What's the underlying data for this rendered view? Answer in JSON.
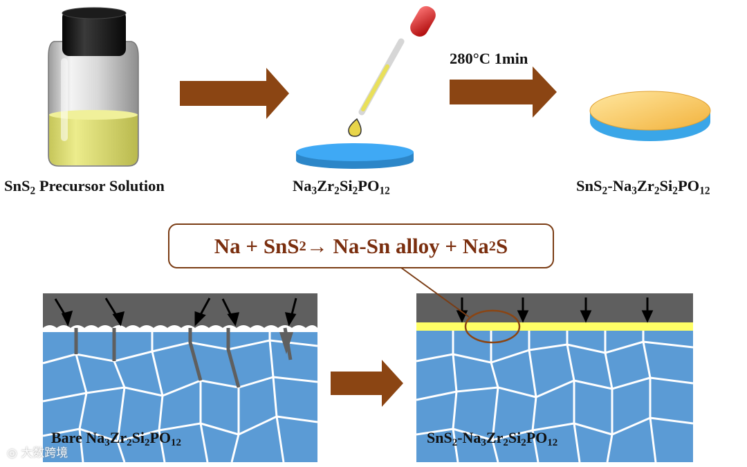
{
  "top": {
    "vial_label": {
      "a": "SnS",
      "s1": "2",
      "b": " Precursor Solution"
    },
    "substrate_label": {
      "a": "Na",
      "s1": "3",
      "b": "Zr",
      "s2": "2",
      "c": "Si",
      "s3": "2",
      "d": "PO",
      "s4": "12"
    },
    "process": "280°C 1min",
    "coated_label": {
      "a": "SnS",
      "s1": "2",
      "b": "-Na",
      "s2": "3",
      "c": "Zr",
      "s3": "2",
      "d": "Si",
      "s4": "2",
      "e": "PO",
      "s5": "12"
    }
  },
  "reaction": {
    "a": "Na + SnS",
    "s1": "2",
    "b": " → Na-Sn alloy + Na",
    "s2": "2",
    "c": "S"
  },
  "bottom": {
    "left_label": {
      "a": "Bare Na",
      "s1": "3",
      "b": "Zr",
      "s2": "2",
      "c": "Si",
      "s3": "2",
      "d": "PO",
      "s4": "12"
    },
    "right_label": {
      "a": "SnS",
      "s1": "2",
      "b": "-Na",
      "s2": "3",
      "c": "Zr",
      "s3": "2",
      "d": "Si",
      "s4": "2",
      "e": "PO",
      "s5": "12"
    }
  },
  "watermark": "大数跨境",
  "colors": {
    "arrow": "#8b4513",
    "ceramic": "#5b9bd5",
    "sodium": "#5f5f5f",
    "coating": "#ffff66",
    "solution": "#dcdc6e"
  }
}
